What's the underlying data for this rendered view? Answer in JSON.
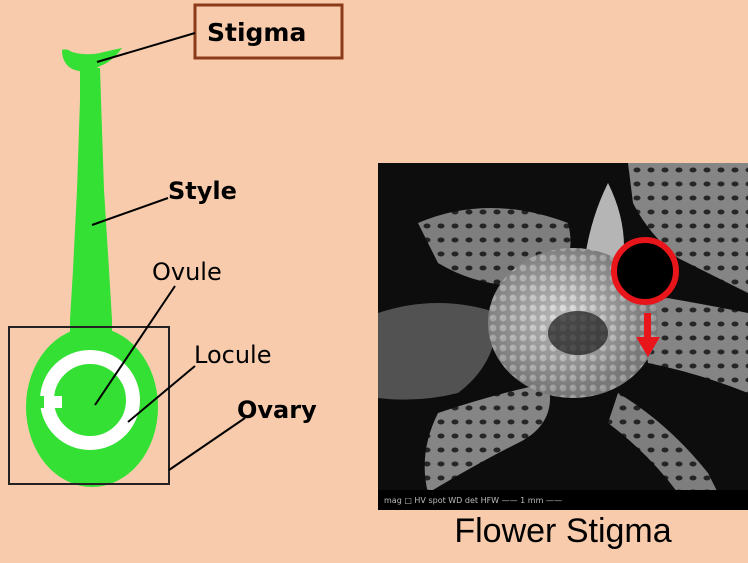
{
  "diagram": {
    "labels": {
      "stigma": "Stigma",
      "style": "Style",
      "ovule": "Ovule",
      "locule": "Locule",
      "ovary": "Ovary"
    },
    "colors": {
      "background": "#f8cbad",
      "pistil_green": "#33e033",
      "stigma_box_border": "#8b3a1a",
      "highlight_ring": "#e8161b",
      "arrow": "#e8161b"
    }
  },
  "photo": {
    "caption": "Flower Stigma",
    "scale_bar_text": "mag □  HV   spot  WD   det  HFW    —— 1 mm ——"
  }
}
